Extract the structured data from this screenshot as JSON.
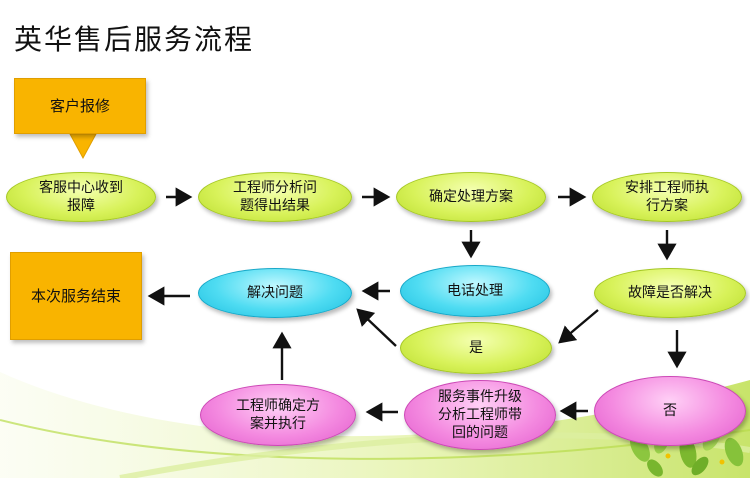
{
  "title": "英华售后服务流程",
  "colors": {
    "green": "#d8f25a",
    "cyan": "#4fdcf2",
    "pink": "#f48ae0",
    "orange": "#f9b400",
    "arrow": "#111111"
  },
  "nodes": {
    "report": "客户报修",
    "service_center": "客服中心收到\n报障",
    "analyze": "工程师分析问\n题得出结果",
    "plan": "确定处理方案",
    "assign": "安排工程师执\n行方案",
    "end": "本次服务结束",
    "solve": "解决问题",
    "phone": "电话处理",
    "resolved_q": "故障是否解决",
    "yes": "是",
    "no": "否",
    "escalate": "服务事件升级\n分析工程师带\n回的问题",
    "engineer_exec": "工程师确定方\n案并执行"
  }
}
